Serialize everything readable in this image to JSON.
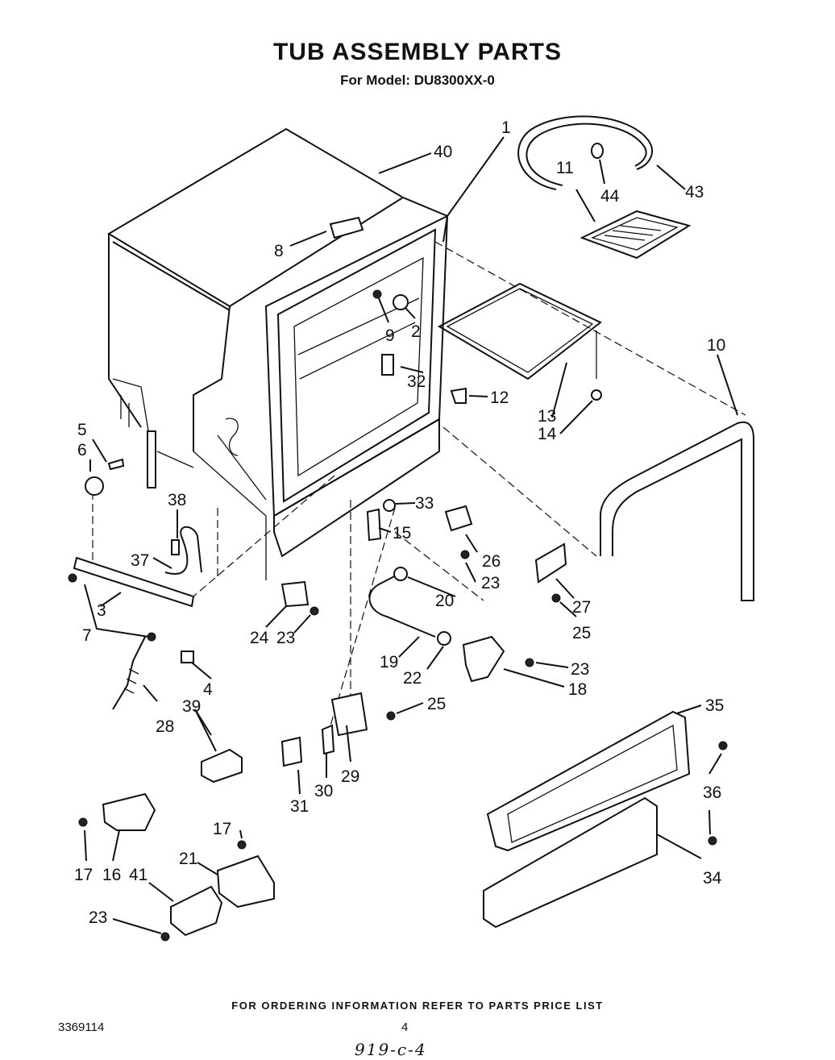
{
  "title": "TUB ASSEMBLY PARTS",
  "subtitle": "For Model: DU8300XX-0",
  "footer": "FOR ORDERING INFORMATION REFER TO PARTS PRICE LIST",
  "doc_number": "3369114",
  "page_number": "4",
  "handwritten_note": "919-c-4",
  "callouts": {
    "c1": "1",
    "c2": "2",
    "c3": "3",
    "c4": "4",
    "c5": "5",
    "c6": "6",
    "c7": "7",
    "c8": "8",
    "c9": "9",
    "c10": "10",
    "c11": "11",
    "c12": "12",
    "c13": "13",
    "c14": "14",
    "c15": "15",
    "c16": "16",
    "c17a": "17",
    "c17b": "17",
    "c18": "18",
    "c19": "19",
    "c20": "20",
    "c21": "21",
    "c22": "22",
    "c23a": "23",
    "c23b": "23",
    "c23c": "23",
    "c23d": "23",
    "c24": "24",
    "c25a": "25",
    "c25b": "25",
    "c26": "26",
    "c27": "27",
    "c28": "28",
    "c29": "29",
    "c30": "30",
    "c31": "31",
    "c32": "32",
    "c33": "33",
    "c34": "34",
    "c35": "35",
    "c36": "36",
    "c37": "37",
    "c38": "38",
    "c39": "39",
    "c40": "40",
    "c41": "41",
    "c43": "43",
    "c44": "44"
  }
}
